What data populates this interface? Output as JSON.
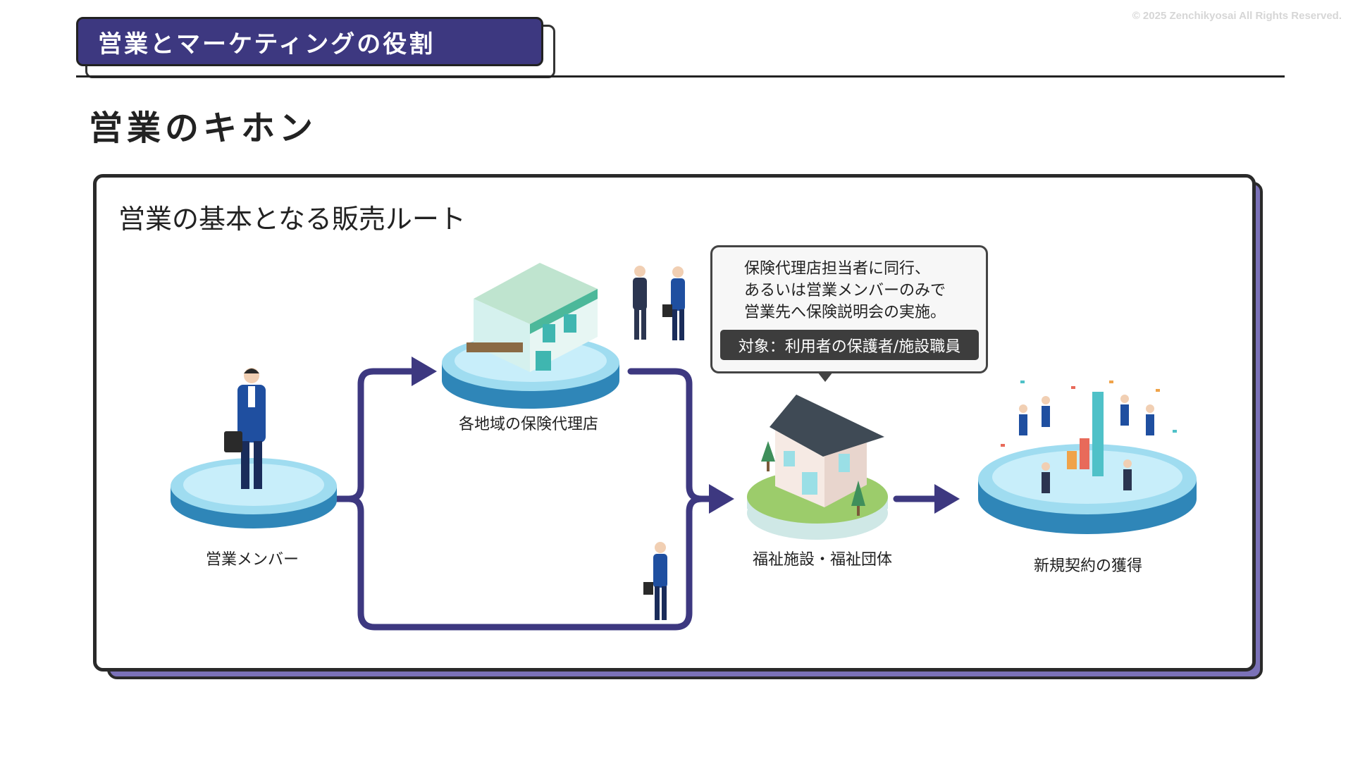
{
  "copyright": "© 2025 Zenchikyosai All Rights Reserved.",
  "section_tag": "営業とマーケティングの役割",
  "page_title": "営業のキホン",
  "card": {
    "title": "営業の基本となる販売ルート",
    "nodes": {
      "sales_member": "営業メンバー",
      "agency": "各地域の保険代理店",
      "welfare": "福祉施設・福祉団体",
      "contract": "新規契約の獲得"
    },
    "bubble": {
      "lines": [
        "保険代理店担当者に同行、",
        "あるいは営業メンバーのみで",
        "営業先へ保険説明会の実施。"
      ],
      "target": "対象：利用者の保護者/施設職員"
    }
  },
  "colors": {
    "brand_navy": "#3d3880",
    "card_shadow": "#7b72b8",
    "flow_line": "#3d3880",
    "platform": "#9fdcf0"
  }
}
